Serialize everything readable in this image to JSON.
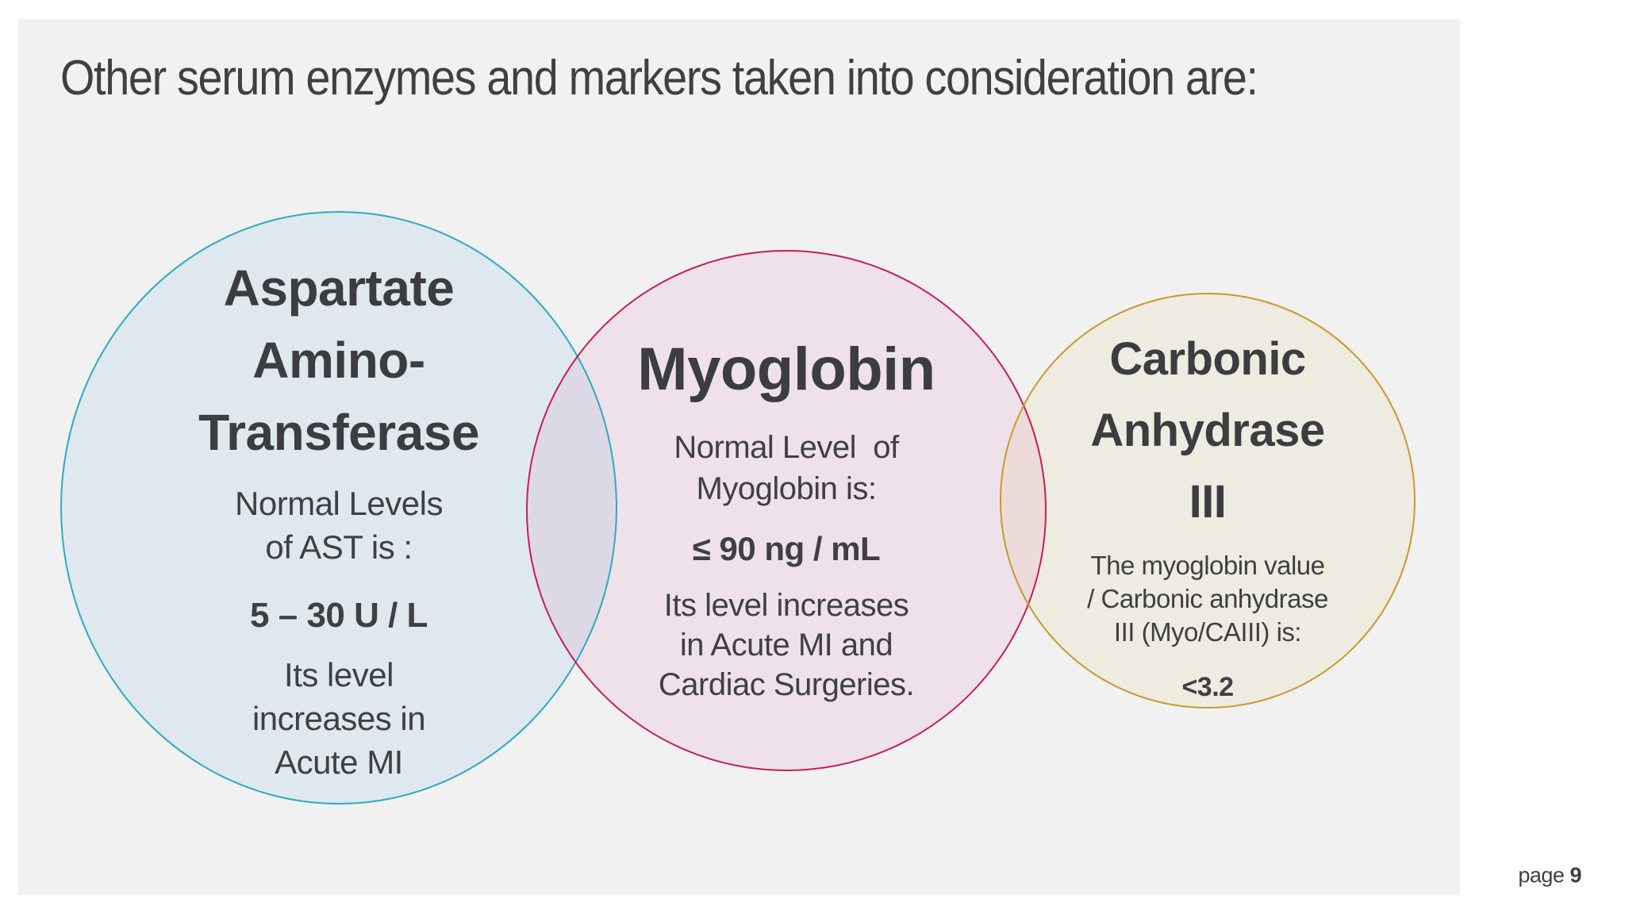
{
  "title": "Other serum enzymes and markers taken into consideration are:",
  "colors": {
    "outer_bg": "#ffffff",
    "slide_bg": "#f1f1f2",
    "text": "#3f4043",
    "teal": "#2eaac1",
    "crimson": "#c51e5f",
    "gold": "#c8992e",
    "fill_teal": "#ecf6fb",
    "fill_pink": "#fdeef6",
    "fill_cream": "#fcf9ee"
  },
  "circles": [
    {
      "id": "aspartate-amino-transferase",
      "heading_lines": [
        "Aspartate",
        "Amino-",
        "Transferase"
      ],
      "body": [
        {
          "lines": [
            "Normal Levels",
            "of AST is :"
          ],
          "bold": false
        },
        {
          "lines": [
            "5 – 30 U / L"
          ],
          "bold": true
        },
        {
          "lines": [
            "Its level",
            "increases in",
            "Acute MI"
          ],
          "bold": false
        }
      ]
    },
    {
      "id": "myoglobin",
      "heading_lines": [
        "Myoglobin"
      ],
      "body": [
        {
          "lines": [
            "Normal Level  of",
            "Myoglobin is:"
          ],
          "bold": false
        },
        {
          "lines": [
            "≤ 90 ng / mL"
          ],
          "bold": true
        },
        {
          "lines": [
            "Its level increases",
            "in Acute MI and",
            "Cardiac Surgeries."
          ],
          "bold": false
        }
      ]
    },
    {
      "id": "carbonic-anhydrase-iii",
      "heading_lines": [
        "Carbonic",
        "Anhydrase",
        "III"
      ],
      "body": [
        {
          "lines": [
            "The myoglobin value",
            "/ Carbonic anhydrase",
            "III (Myo/CAIII) is:"
          ],
          "bold": false
        },
        {
          "lines": [
            "<3.2"
          ],
          "bold": true
        }
      ]
    }
  ],
  "footer": {
    "label": "page",
    "number": "9"
  }
}
